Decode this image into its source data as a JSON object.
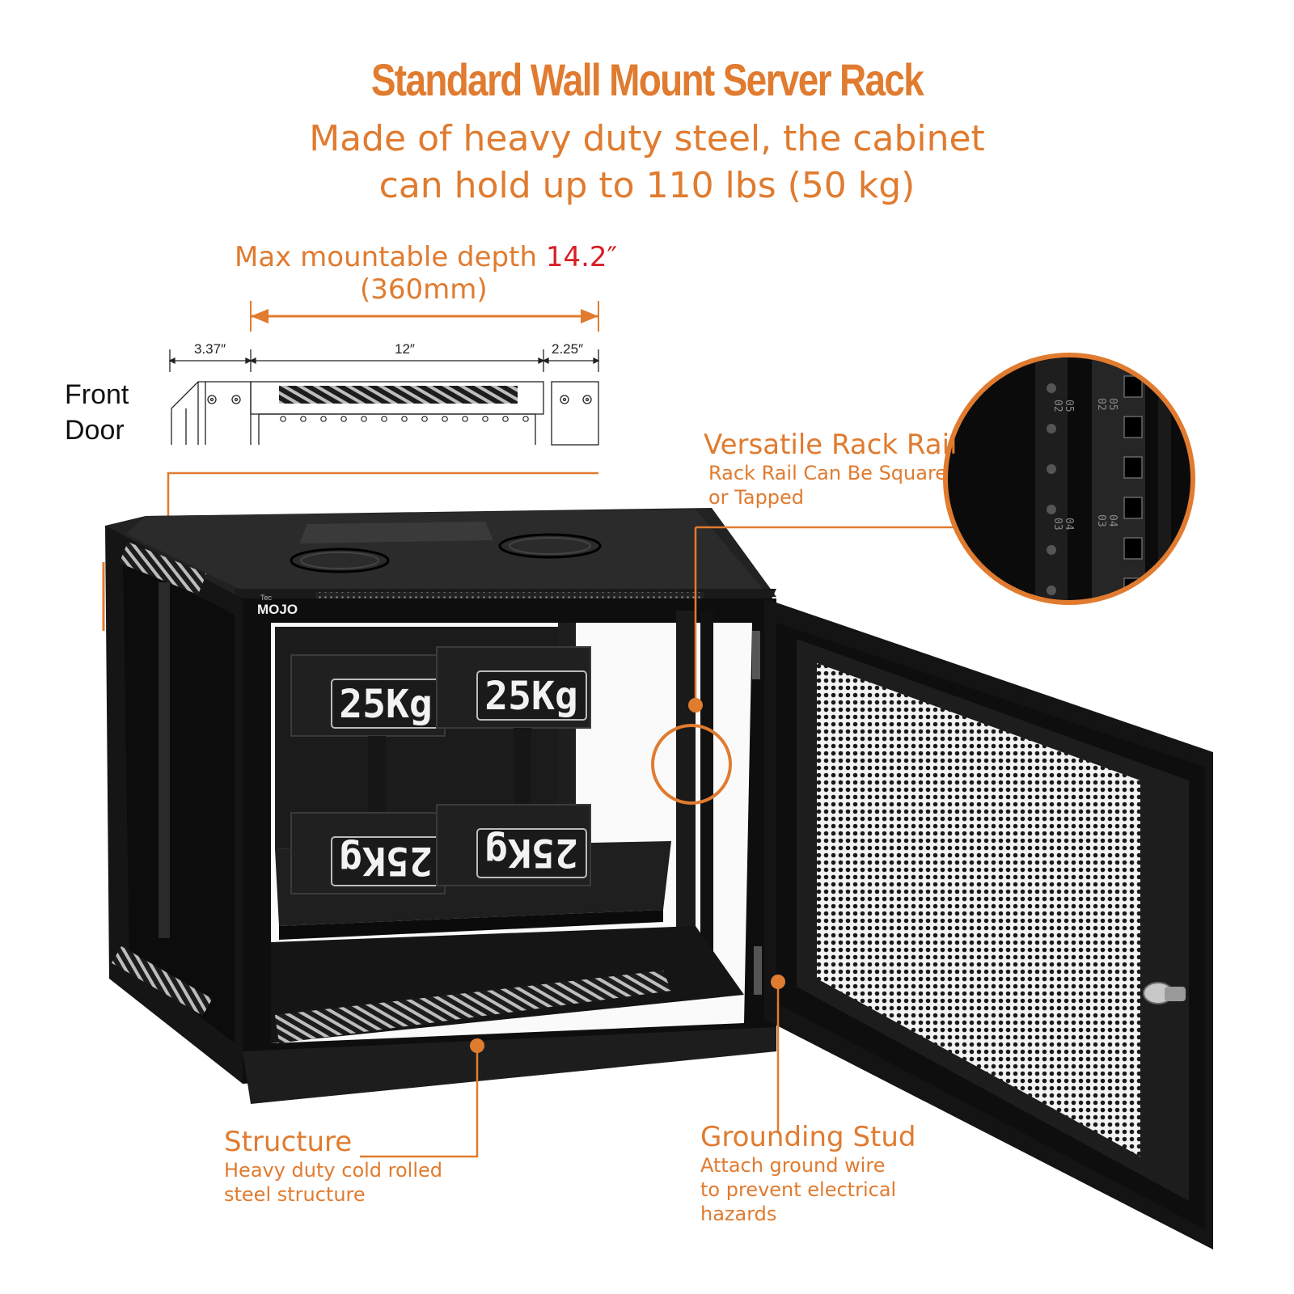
{
  "header": {
    "title": "Standard Wall Mount Server Rack",
    "subtitle_line1": "Made of heavy duty steel, the cabinet",
    "subtitle_line2": "can hold up to 110 lbs (50 kg)"
  },
  "depth": {
    "label": "Max mountable depth ",
    "value": "14.2″",
    "metric": "(360mm)"
  },
  "dimensions": {
    "left": "3.37″",
    "middle": "12″",
    "right": "2.25″"
  },
  "front_door_label_line1": "Front",
  "front_door_label_line2": "Door",
  "brand": {
    "small": "Tec",
    "name": "MOJO"
  },
  "weights": {
    "label": "25Kg",
    "count": 4
  },
  "callouts": {
    "rack_rail": {
      "title": "Versatile Rack Rail",
      "desc_line1": "Rack Rail Can Be Square",
      "desc_line2": "or Tapped"
    },
    "structure": {
      "title": "Structure",
      "desc_line1": "Heavy duty cold rolled",
      "desc_line2": "steel structure"
    },
    "grounding": {
      "title": "Grounding Stud",
      "desc_line1": "Attach ground wire",
      "desc_line2": "to prevent electrical",
      "desc_line3": "hazards"
    }
  },
  "rail_labels": [
    "05",
    "02",
    "04",
    "03"
  ],
  "colors": {
    "accent": "#e07b2f",
    "highlight": "#d62027",
    "cabinet": "#111111"
  }
}
